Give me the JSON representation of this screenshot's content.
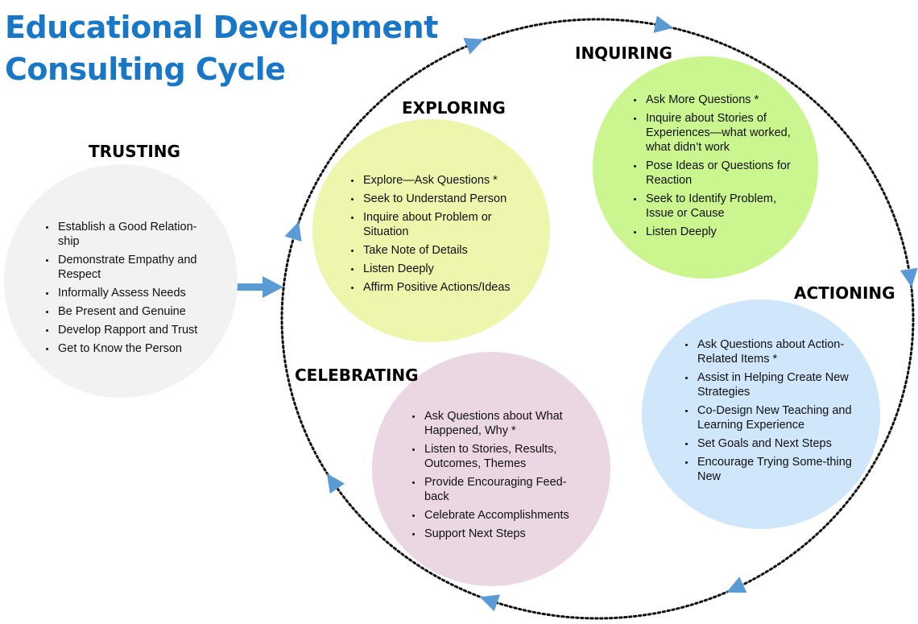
{
  "title": {
    "line1": "Educational Development",
    "line2": "Consulting Cycle"
  },
  "colors": {
    "title": "#1877c6",
    "arrow": "#5b9bd5",
    "trusting": "#f2f2f2",
    "exploring": "#eef5ac",
    "inquiring": "#cbf58e",
    "actioning": "#cfe6fb",
    "celebrating": "#ebd7e3"
  },
  "stages": {
    "trusting": {
      "heading": "TRUSTING",
      "items": [
        "Establish a Good Relation-ship",
        "Demonstrate Empathy and Respect",
        "Informally Assess Needs",
        "Be Present and Genuine",
        "Develop Rapport and Trust",
        "Get to Know the Person"
      ]
    },
    "exploring": {
      "heading": "EXPLORING",
      "items": [
        "Explore—Ask Questions *",
        "Seek to Understand Person",
        "Inquire about Problem or Situation",
        "Take Note of Details",
        "Listen Deeply",
        "Affirm Positive Actions/Ideas"
      ]
    },
    "inquiring": {
      "heading": "INQUIRING",
      "items": [
        "Ask More Questions *",
        "Inquire about Stories of Experiences—what worked, what didn’t work",
        "Pose Ideas or Questions for Reaction",
        "Seek to Identify Problem, Issue or Cause",
        "Listen Deeply"
      ]
    },
    "actioning": {
      "heading": "ACTIONING",
      "items": [
        "Ask Questions about Action-Related Items *",
        "Assist in Helping Create New Strategies",
        "Co-Design New Teaching and Learning Experience",
        "Set Goals and Next Steps",
        "Encourage Trying Some-thing New"
      ]
    },
    "celebrating": {
      "heading": "CELEBRATING",
      "items": [
        "Ask Questions about What Happened, Why *",
        "Listen to Stories, Results, Outcomes, Themes",
        "Provide Encouraging Feed-back",
        "Celebrate Accomplishments",
        "Support Next Steps"
      ]
    }
  }
}
